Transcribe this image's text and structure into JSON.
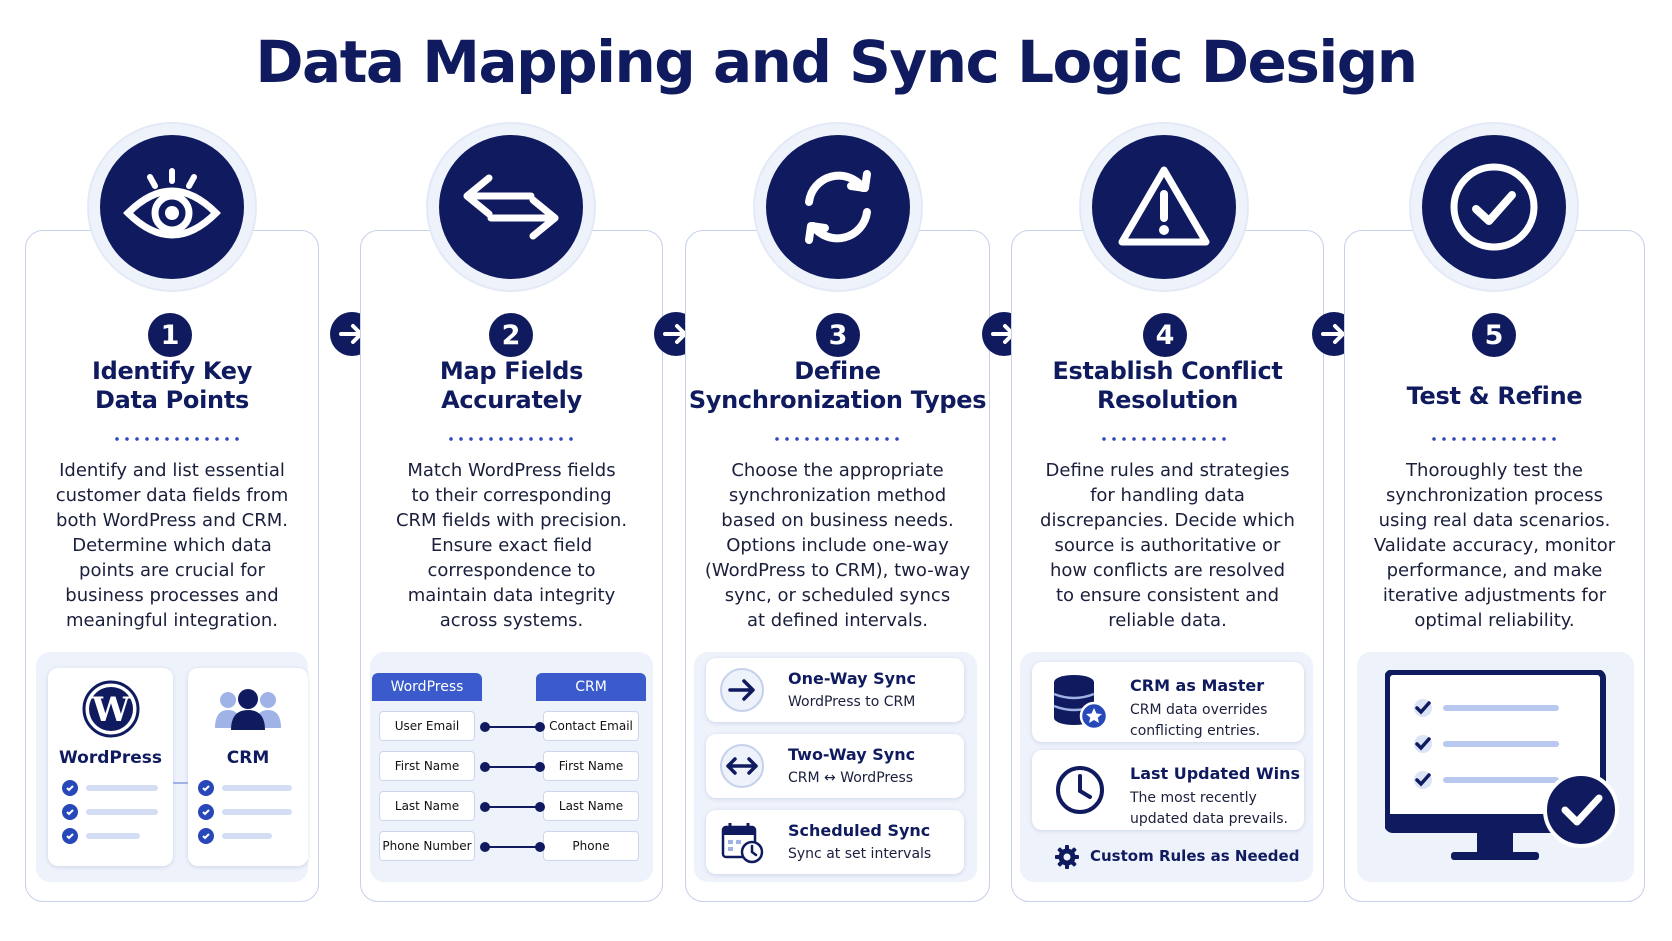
{
  "title": "Data Mapping and Sync Logic Design",
  "steps": [
    {
      "number": "1",
      "icon": "eye-icon",
      "heading_l1": "Identify Key",
      "heading_l2": "Data Points",
      "description": [
        "Identify and list essential",
        "customer data fields from",
        "both WordPress and CRM.",
        "Determine which data",
        "points are crucial for",
        "business processes and",
        "meaningful integration."
      ],
      "panel": {
        "left_label": "WordPress",
        "right_label": "CRM"
      }
    },
    {
      "number": "2",
      "icon": "bidirectional-arrow-icon",
      "heading_l1": "Map Fields",
      "heading_l2": "Accurately",
      "description": [
        "Match WordPress fields",
        "to their corresponding",
        "CRM fields with precision.",
        "Ensure exact field",
        "correspondence to",
        "maintain data integrity",
        "across systems."
      ],
      "panel": {
        "left_header": "WordPress",
        "right_header": "CRM",
        "rows": [
          {
            "left": "User Email",
            "right": "Contact Email"
          },
          {
            "left": "First Name",
            "right": "First Name"
          },
          {
            "left": "Last Name",
            "right": "Last Name"
          },
          {
            "left": "Phone Number",
            "right": "Phone"
          }
        ]
      }
    },
    {
      "number": "3",
      "icon": "sync-icon",
      "heading_l1": "Define",
      "heading_l2": "Synchronization Types",
      "description": [
        "Choose the appropriate",
        "synchronization method",
        "based on business needs.",
        "Options include one-way",
        "(WordPress to CRM), two-way",
        "sync, or scheduled syncs",
        "at defined intervals."
      ],
      "panel": {
        "items": [
          {
            "title": "One-Way Sync",
            "subtitle": "WordPress to CRM",
            "icon": "arrow-right-icon"
          },
          {
            "title": "Two-Way Sync",
            "subtitle": "CRM ↔ WordPress",
            "icon": "two-way-arrow-icon"
          },
          {
            "title": "Scheduled Sync",
            "subtitle": "Sync at set intervals",
            "icon": "calendar-clock-icon"
          }
        ]
      }
    },
    {
      "number": "4",
      "icon": "warning-icon",
      "heading_l1": "Establish Conflict",
      "heading_l2": "Resolution",
      "description": [
        "Define rules and strategies",
        "for handling data",
        "discrepancies. Decide which",
        "source is authoritative or",
        "how conflicts are resolved",
        "to ensure consistent and",
        "reliable data."
      ],
      "panel": {
        "rules": [
          {
            "title": "CRM as Master",
            "subtitle_l1": "CRM data overrides",
            "subtitle_l2": "conflicting entries.",
            "icon": "database-star-icon"
          },
          {
            "title": "Last Updated Wins",
            "subtitle_l1": "The most recently",
            "subtitle_l2": "updated data prevails.",
            "icon": "clock-icon"
          }
        ],
        "footer": "Custom Rules as Needed",
        "footer_icon": "gear-icon"
      }
    },
    {
      "number": "5",
      "icon": "check-circle-icon",
      "heading_l1": "Test & Refine",
      "heading_l2": "",
      "description": [
        "Thoroughly test the",
        "synchronization process",
        "using real data scenarios.",
        "Validate accuracy, monitor",
        "performance, and make",
        "iterative adjustments for",
        "optimal reliability."
      ],
      "panel": {
        "icon": "monitor-checklist-icon"
      }
    }
  ],
  "colors": {
    "navy": "#0f1b5e",
    "accent": "#2748b8",
    "panel": "#eef2fb",
    "border": "#c5d0ea"
  }
}
